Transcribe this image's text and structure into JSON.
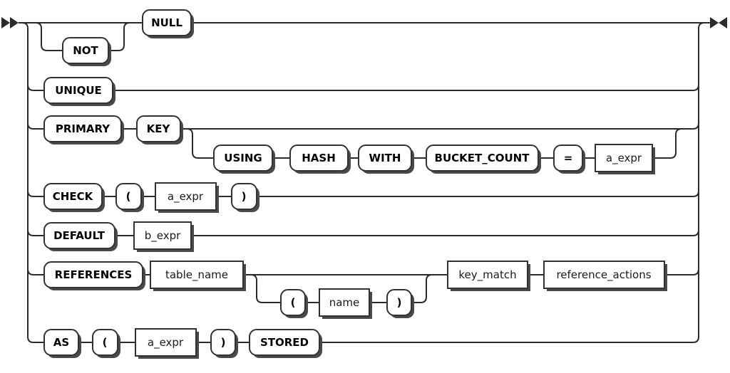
{
  "diagram": {
    "kind": "railroad-syntax-diagram",
    "subject": "column qualification / constraint clause",
    "colors": {
      "background": "#ffffff",
      "line": "#2b2b2b",
      "box_fill": "#ffffff",
      "box_border": "#333333",
      "box_shadow": "#4a4a4a",
      "text": "#000000"
    },
    "markers": {
      "start": "double-right-arrow",
      "end": "right-left-bowtie"
    },
    "alternatives": [
      "NOT? NULL",
      "UNIQUE",
      "PRIMARY KEY ( USING HASH WITH BUCKET_COUNT = a_expr )?",
      "CHECK ( a_expr )",
      "DEFAULT b_expr",
      "REFERENCES table_name ( ( name ) )? key_match reference_actions",
      "AS ( a_expr ) STORED"
    ],
    "nodes": {
      "not": {
        "label": "NOT",
        "kind": "terminal"
      },
      "null": {
        "label": "NULL",
        "kind": "terminal"
      },
      "unique": {
        "label": "UNIQUE",
        "kind": "terminal"
      },
      "primary": {
        "label": "PRIMARY",
        "kind": "terminal"
      },
      "key": {
        "label": "KEY",
        "kind": "terminal"
      },
      "using": {
        "label": "USING",
        "kind": "terminal"
      },
      "hash": {
        "label": "HASH",
        "kind": "terminal"
      },
      "with": {
        "label": "WITH",
        "kind": "terminal"
      },
      "bucket_count": {
        "label": "BUCKET_COUNT",
        "kind": "terminal"
      },
      "equals": {
        "label": "=",
        "kind": "terminal"
      },
      "a_expr_bucket": {
        "label": "a_expr",
        "kind": "nonterminal"
      },
      "check": {
        "label": "CHECK",
        "kind": "terminal"
      },
      "paren_open_check": {
        "label": "(",
        "kind": "terminal"
      },
      "a_expr_check": {
        "label": "a_expr",
        "kind": "nonterminal"
      },
      "paren_close_check": {
        "label": ")",
        "kind": "terminal"
      },
      "default": {
        "label": "DEFAULT",
        "kind": "terminal"
      },
      "b_expr": {
        "label": "b_expr",
        "kind": "nonterminal"
      },
      "references": {
        "label": "REFERENCES",
        "kind": "terminal"
      },
      "table_name": {
        "label": "table_name",
        "kind": "nonterminal"
      },
      "paren_open_ref": {
        "label": "(",
        "kind": "terminal"
      },
      "name": {
        "label": "name",
        "kind": "nonterminal"
      },
      "paren_close_ref": {
        "label": ")",
        "kind": "terminal"
      },
      "key_match": {
        "label": "key_match",
        "kind": "nonterminal"
      },
      "reference_actions": {
        "label": "reference_actions",
        "kind": "nonterminal"
      },
      "as": {
        "label": "AS",
        "kind": "terminal"
      },
      "paren_open_as": {
        "label": "(",
        "kind": "terminal"
      },
      "a_expr_as": {
        "label": "a_expr",
        "kind": "nonterminal"
      },
      "paren_close_as": {
        "label": ")",
        "kind": "terminal"
      },
      "stored": {
        "label": "STORED",
        "kind": "terminal"
      }
    }
  }
}
